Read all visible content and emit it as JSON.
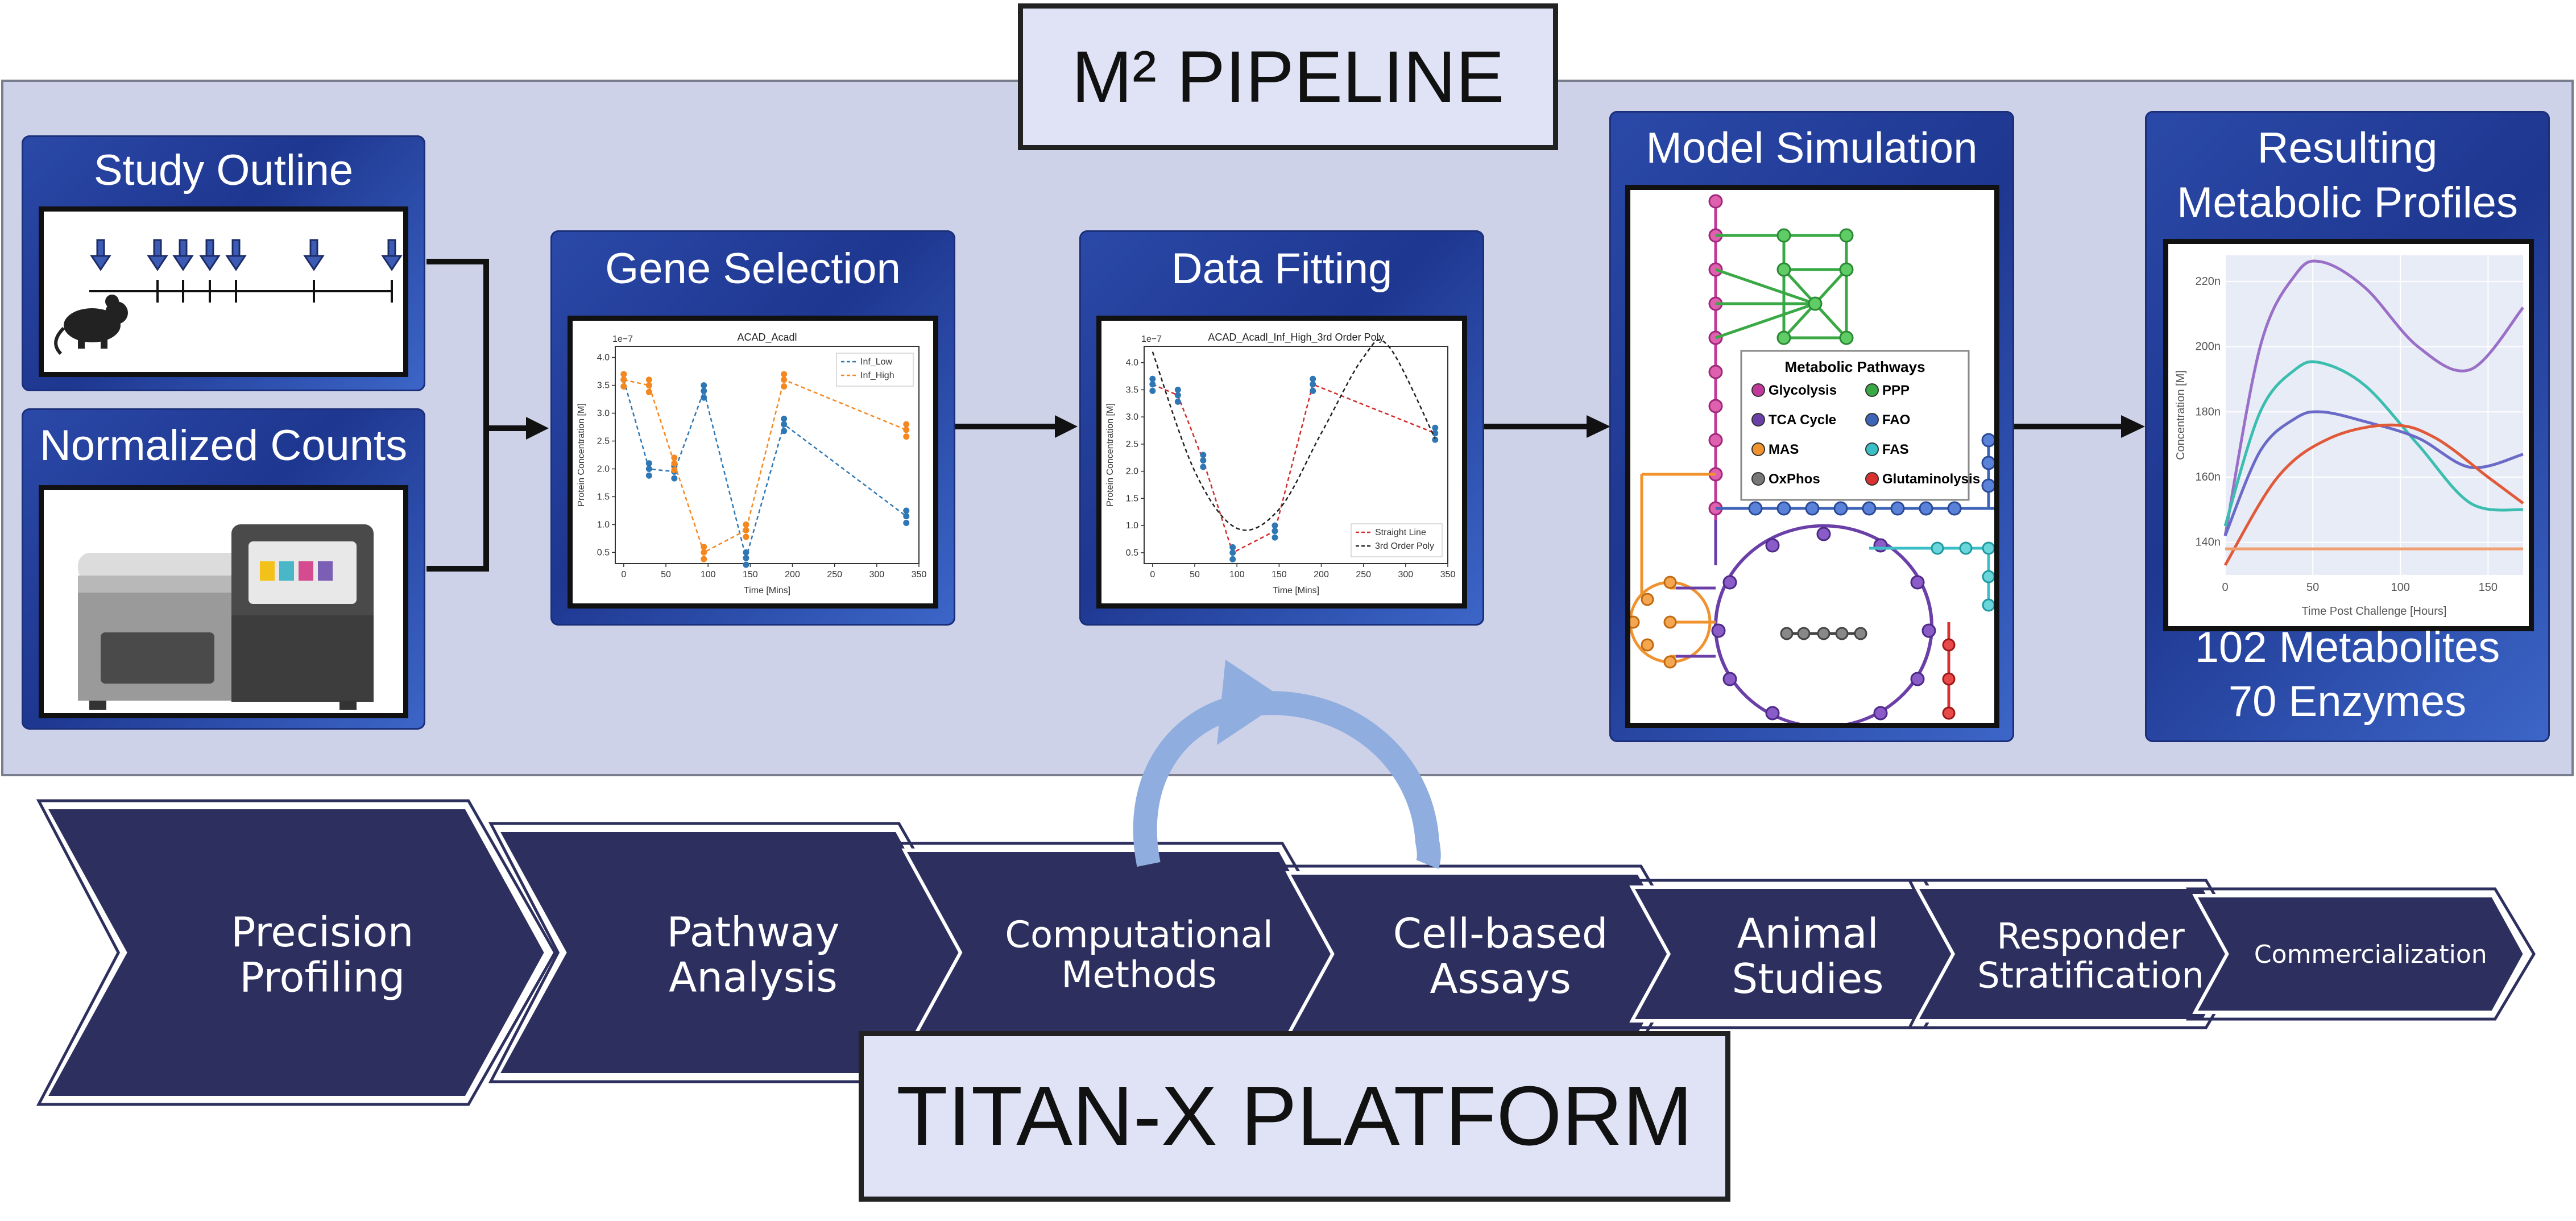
{
  "pipeline_title": "M² PIPELINE",
  "platform_title": "TITAN-X PLATFORM",
  "panels": {
    "study_outline": {
      "title": "Study Outline"
    },
    "normalized_counts": {
      "title": "Normalized Counts"
    },
    "gene_selection": {
      "title": "Gene Selection",
      "plot_title": "ACAD_Acadl",
      "exponent": "1e−7",
      "ylabel": "Protein Concentration [M]",
      "xlabel": "Time [Mins]",
      "legend": [
        "Inf_Low",
        "Inf_High"
      ]
    },
    "data_fitting": {
      "title": "Data Fitting",
      "plot_title": "ACAD_Acadl_Inf_High_3rd Order Poly",
      "exponent": "1e−7",
      "ylabel": "Protein Concentration [M]",
      "xlabel": "Time [Mins]",
      "legend": [
        "Straight Line",
        "3rd Order Poly"
      ]
    },
    "model_simulation": {
      "title": "Model Simulation",
      "legend_title": "Metabolic Pathways",
      "legend_items": [
        {
          "label": "Glycolysis",
          "color": "#c2389a"
        },
        {
          "label": "PPP",
          "color": "#3aa845"
        },
        {
          "label": "TCA Cycle",
          "color": "#6b3fa8"
        },
        {
          "label": "FAO",
          "color": "#3e64b8"
        },
        {
          "label": "MAS",
          "color": "#f0932e"
        },
        {
          "label": "FAS",
          "color": "#3bbfc6"
        },
        {
          "label": "OxPhos",
          "color": "#777777"
        },
        {
          "label": "Glutaminolysis",
          "color": "#d93030"
        }
      ]
    },
    "resulting_profiles": {
      "title_line1": "Resulting",
      "title_line2": "Metabolic Profiles",
      "stat_line1": "102 Metabolites",
      "stat_line2": "70 Enzymes",
      "ylabel": "Concentration [M]",
      "xlabel": "Time Post Challenge [Hours]"
    }
  },
  "chevrons": [
    {
      "line1": "Precision",
      "line2": "Profiling"
    },
    {
      "line1": "Pathway",
      "line2": "Analysis"
    },
    {
      "line1": "Computational",
      "line2": "Methods"
    },
    {
      "line1": "Cell-based",
      "line2": "Assays"
    },
    {
      "line1": "Animal",
      "line2": "Studies"
    },
    {
      "line1": "Responder",
      "line2": "Stratification"
    },
    {
      "line1": "Commercialization",
      "line2": ""
    }
  ],
  "colors": {
    "panel_blue": "#2b49a8",
    "chevron_navy": "#2d2f5e",
    "pipeline_bg": "#cdd2e9",
    "inf_low": "#2e77b4",
    "inf_high": "#f5871f",
    "fit_line": "#d42a2a"
  },
  "chart_data": [
    {
      "type": "scatter",
      "title": "ACAD_Acadl",
      "xlabel": "Time [Mins]",
      "ylabel": "Protein Concentration [M]",
      "xlim": [
        -10,
        350
      ],
      "ylim": [
        0.3,
        4.2
      ],
      "x_ticks": [
        "0",
        "50",
        "100",
        "150",
        "200",
        "250",
        "300",
        "350"
      ],
      "y_ticks": [
        "0.5",
        "1.0",
        "1.5",
        "2.0",
        "2.5",
        "3.0",
        "3.5",
        "4.0"
      ],
      "series": [
        {
          "name": "Inf_Low",
          "x": [
            0,
            30,
            60,
            95,
            145,
            190,
            335
          ],
          "y": [
            3.6,
            2.0,
            1.95,
            3.4,
            0.4,
            2.8,
            1.15
          ]
        },
        {
          "name": "Inf_High",
          "x": [
            0,
            30,
            60,
            95,
            145,
            190,
            335
          ],
          "y": [
            3.6,
            3.5,
            2.1,
            0.5,
            0.9,
            3.6,
            2.7
          ]
        }
      ]
    },
    {
      "type": "scatter",
      "title": "ACAD_Acadl_Inf_High_3rd Order Poly",
      "xlabel": "Time [Mins]",
      "ylabel": "Protein Concentration [M]",
      "xlim": [
        -10,
        350
      ],
      "ylim": [
        0.3,
        4.3
      ],
      "x_ticks": [
        "0",
        "50",
        "100",
        "150",
        "200",
        "250",
        "300",
        "350"
      ],
      "y_ticks": [
        "0.5",
        "1.0",
        "1.5",
        "2.0",
        "2.5",
        "3.0",
        "3.5",
        "4.0"
      ],
      "series": [
        {
          "name": "Straight Line",
          "x": [
            0,
            30,
            60,
            95,
            145,
            190,
            335
          ],
          "y": [
            3.6,
            3.4,
            2.2,
            0.5,
            0.9,
            3.6,
            2.7
          ]
        },
        {
          "name": "3rd Order Poly",
          "x": [
            0,
            50,
            100,
            150,
            200,
            250,
            280,
            335
          ],
          "y": [
            4.2,
            2.0,
            0.95,
            1.3,
            2.7,
            4.1,
            4.3,
            2.6
          ]
        }
      ]
    },
    {
      "type": "line",
      "xlabel": "Time Post Challenge [Hours]",
      "ylabel": "Concentration [M]",
      "xlim": [
        0,
        170
      ],
      "ylim": [
        130,
        228
      ],
      "x_ticks": [
        "0",
        "50",
        "100",
        "150"
      ],
      "y_ticks": [
        "140n",
        "160n",
        "180n",
        "200n",
        "220n"
      ],
      "series": [
        {
          "color": "#9a6fc8",
          "x": [
            0,
            20,
            40,
            55,
            80,
            110,
            140,
            170
          ],
          "y": [
            142,
            200,
            222,
            226,
            218,
            200,
            193,
            212
          ]
        },
        {
          "color": "#3bbdb0",
          "x": [
            0,
            20,
            40,
            55,
            80,
            110,
            140,
            170
          ],
          "y": [
            145,
            180,
            193,
            195,
            188,
            170,
            152,
            150
          ]
        },
        {
          "color": "#6a6ac8",
          "x": [
            0,
            20,
            40,
            55,
            80,
            110,
            140,
            170
          ],
          "y": [
            142,
            168,
            178,
            180,
            177,
            172,
            163,
            167
          ]
        },
        {
          "color": "#e05a3a",
          "x": [
            0,
            30,
            60,
            95,
            120,
            150,
            170
          ],
          "y": [
            133,
            160,
            172,
            176,
            172,
            160,
            152
          ]
        },
        {
          "color": "#f0a070",
          "x": [
            0,
            170
          ],
          "y": [
            138,
            138
          ]
        }
      ]
    }
  ]
}
